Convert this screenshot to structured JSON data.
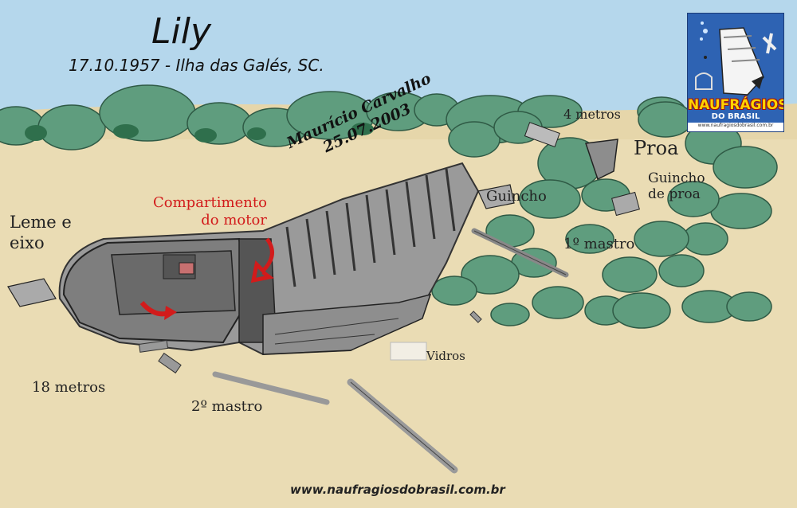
{
  "header": {
    "title": "Lily",
    "subtitle": "17.10.1957 - Ilha das Galés, SC."
  },
  "credit": {
    "author": "Maurício Carvalho",
    "date": "25.07.2003"
  },
  "labels": {
    "four_meters": "4 metros",
    "bow": "Proa",
    "bow_winch_line1": "Guincho",
    "bow_winch_line2": "de proa",
    "winch": "Guincho",
    "first_mast": "1º mastro",
    "engine_line1": "Compartimento",
    "engine_line2": "do motor",
    "rudder_line1": "Leme e",
    "rudder_line2": "eixo",
    "eighteen_meters": "18 metros",
    "second_mast": "2º mastro",
    "glass": "Vidros"
  },
  "logo": {
    "name": "NAUFRÁGIOS",
    "sub": "DO BRASIL",
    "url": "www.naufragiosdobrasil.com.br"
  },
  "footer": {
    "url": "www.naufragiosdobrasil.com.br"
  },
  "colors": {
    "sky": "#b5d7ec",
    "sand": "#eadcb4",
    "rock": "#5f9d7e",
    "rock_dark": "#2f6f4c",
    "hull": "#8d8d8d",
    "accent_red": "#d21b1b"
  }
}
